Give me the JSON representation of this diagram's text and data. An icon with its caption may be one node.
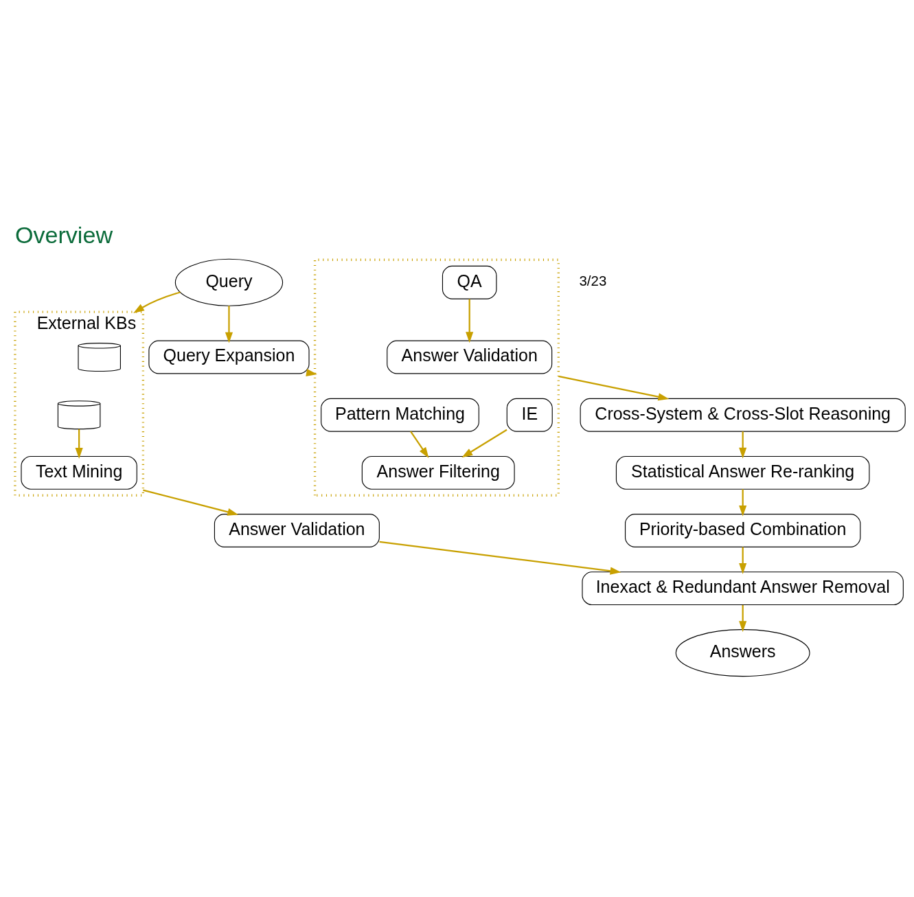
{
  "diagram": {
    "title": "Overview",
    "nodes": [
      {
        "text": [
          "Query"
        ]
      },
      {
        "text": [
          "Query Expansion"
        ]
      },
      {
        "text": [],
        "shape": "box"
      },
      {
        "text": [
          "IE"
        ],
        "in": 2
      },
      {
        "text": [
          "Pattern Matching"
        ],
        "in": 2
      },
      {
        "text": [
          "QA"
        ],
        "in": 2
      },
      {
        "text": [
          "Answer Filtering"
        ],
        "in": 2
      },
      {
        "text": [
          "Answer Validation"
        ],
        "in": 2
      },
      {
        "text": [
          "Cross-System & Cross-Slot Reasoning"
        ]
      },
      {
        "text": [
          "Statistical Answer Re-ranking"
        ]
      },
      {
        "text": [
          "Priority-based Combination"
        ]
      },
      {
        "text": [
          "Inexact & Redundant Answer Removal"
        ]
      },
      {
        "text": [
          "Answers"
        ]
      },
      {
        "text": [
          "External KBs"
        ]
      },
      {
        "text": [],
        "shape": "cylinder",
        "in": 13
      },
      {
        "text": [],
        "shape": "cylinder",
        "in": 13
      },
      {
        "text": [
          "Text Mining"
        ],
        "in": 13
      },
      {
        "text": [
          "Answer Validation"
        ]
      }
    ],
    "edges": [
      {
        "from": 0,
        "to": 1,
        "arrow": "to"
      },
      {
        "from": 1,
        "to": 2,
        "arrow": "to"
      },
      {
        "from": 3,
        "to": 6,
        "arrow": "to"
      },
      {
        "from": 4,
        "to": 6,
        "arrow": "to"
      },
      {
        "from": 5,
        "to": 7,
        "arrow": "to"
      },
      {
        "from": 2,
        "to": 8,
        "arrow": "to"
      },
      {
        "from": 8,
        "to": 9,
        "arrow": "to"
      },
      {
        "from": 9,
        "to": 10,
        "arrow": "to"
      },
      {
        "from": 10,
        "to": 11,
        "arrow": "to"
      },
      {
        "from": 11,
        "to": 12,
        "arrow": "to"
      },
      {
        "from": 15,
        "to": 16,
        "arrow": "to"
      },
      {
        "from": 0,
        "to": 13,
        "arrow": "to"
      },
      {
        "from": 13,
        "to": 17,
        "arrow": "to"
      },
      {
        "from": 17,
        "to": 11,
        "arrow": "to"
      }
    ],
    "labels": [
      "3/23"
    ]
  }
}
